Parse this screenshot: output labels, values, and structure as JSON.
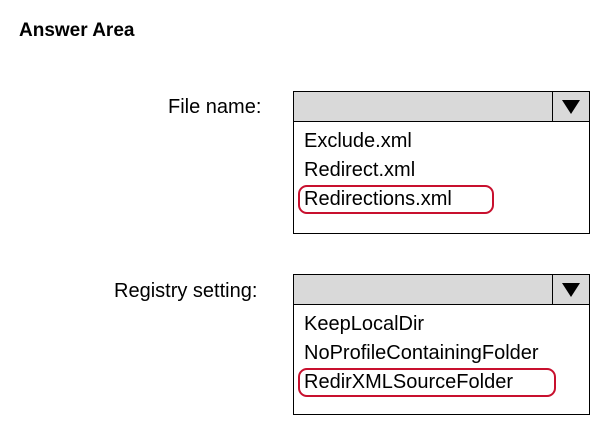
{
  "title": "Answer Area",
  "file_name": {
    "label": "File name:",
    "selected": "",
    "options": [
      "Exclude.xml",
      "Redirect.xml",
      "Redirections.xml"
    ],
    "highlighted_option": "Redirections.xml"
  },
  "registry_setting": {
    "label": "Registry setting:",
    "selected": "",
    "options": [
      "KeepLocalDir",
      "NoProfileContainingFolder",
      "RedirXMLSourceFolder"
    ],
    "highlighted_option": "RedirXMLSourceFolder"
  },
  "colors": {
    "dropdown_header": "#d9d9d9",
    "highlight_outline": "#c8102e",
    "border": "#000000"
  },
  "icons": {
    "dropdown_arrow": "triangle-down-icon"
  }
}
